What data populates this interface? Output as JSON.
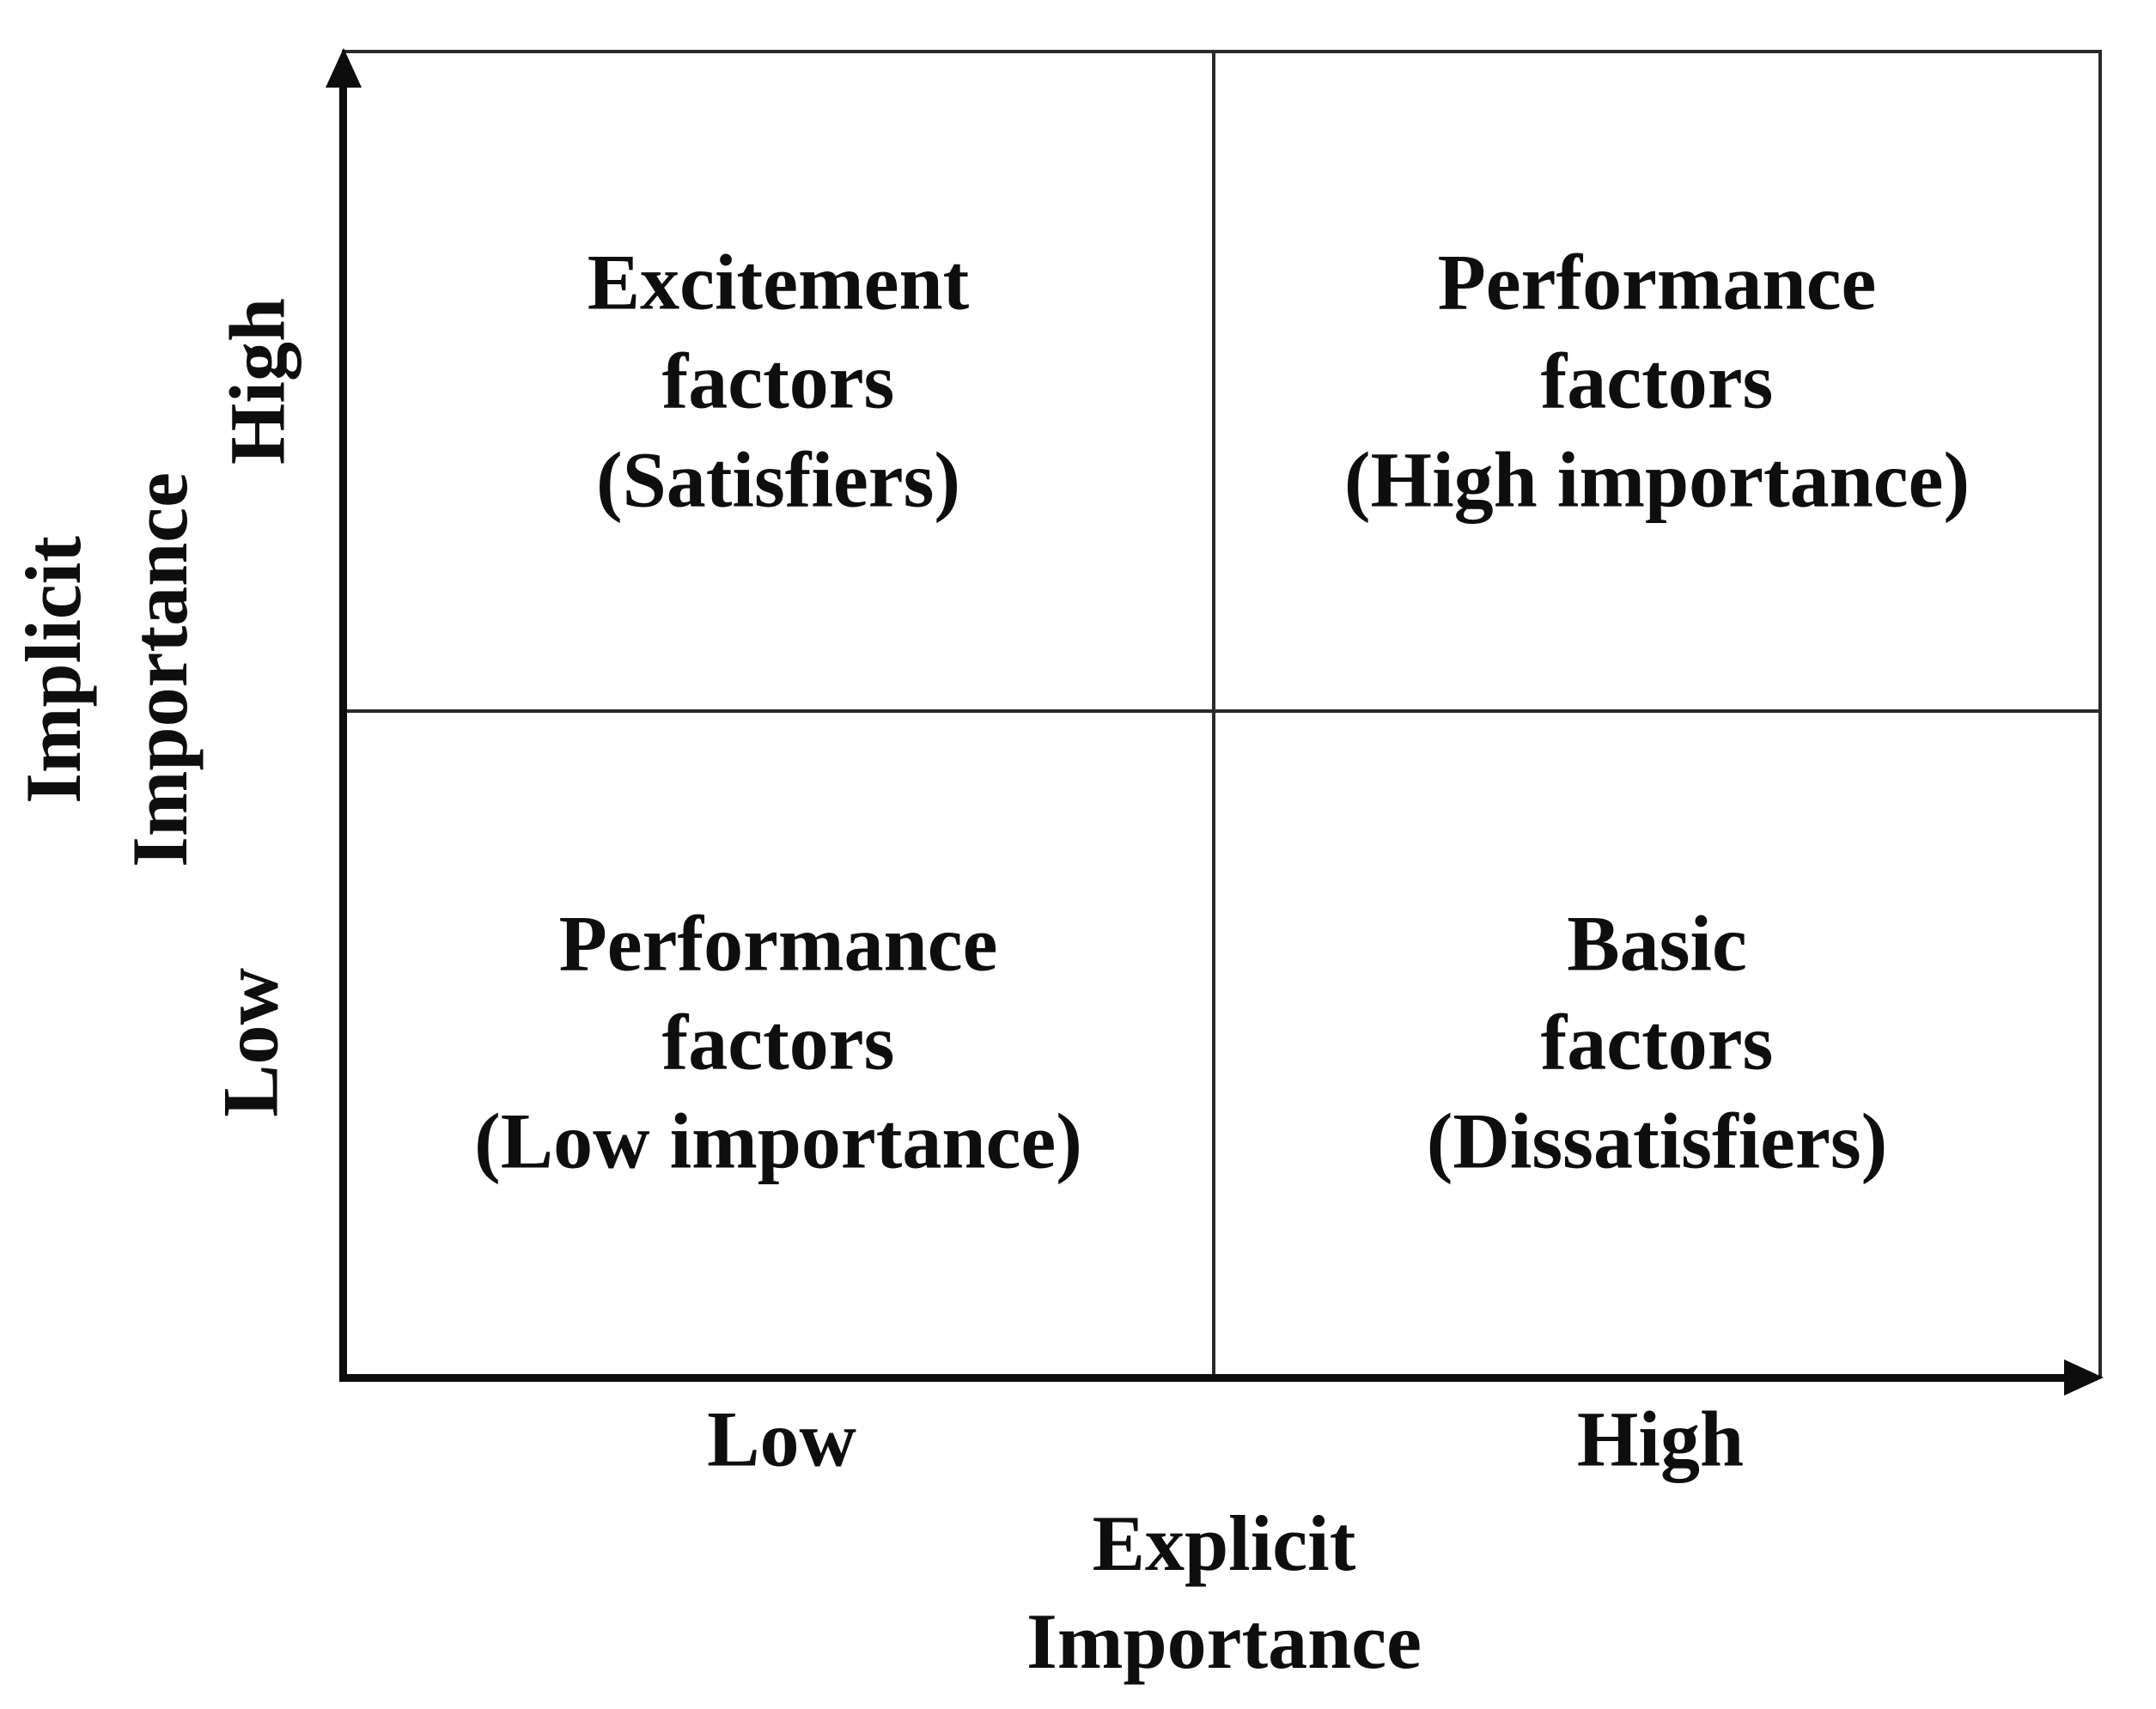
{
  "colors": {
    "background": "#ffffff",
    "line": "#0d0d0d",
    "grid_line": "#2a2a2a",
    "text": "#0e0e0e"
  },
  "y_axis": {
    "title": {
      "line1": "Implicit",
      "line2": "Importance"
    },
    "tick_high": "High",
    "tick_low": "Low"
  },
  "x_axis": {
    "title": {
      "line1": "Explicit",
      "line2": "Importance"
    },
    "tick_low": "Low",
    "tick_high": "High"
  },
  "quadrants": {
    "top_left": {
      "line1": "Excitement",
      "line2": "factors",
      "line3": "(Satisfiers)"
    },
    "top_right": {
      "line1": "Performance",
      "line2": "factors",
      "line3": "(High importance)"
    },
    "bottom_left": {
      "line1": "Performance",
      "line2": "factors",
      "line3": "(Low importance)"
    },
    "bottom_right": {
      "line1": "Basic",
      "line2": "factors",
      "line3": "(Dissatisfiers)"
    }
  }
}
